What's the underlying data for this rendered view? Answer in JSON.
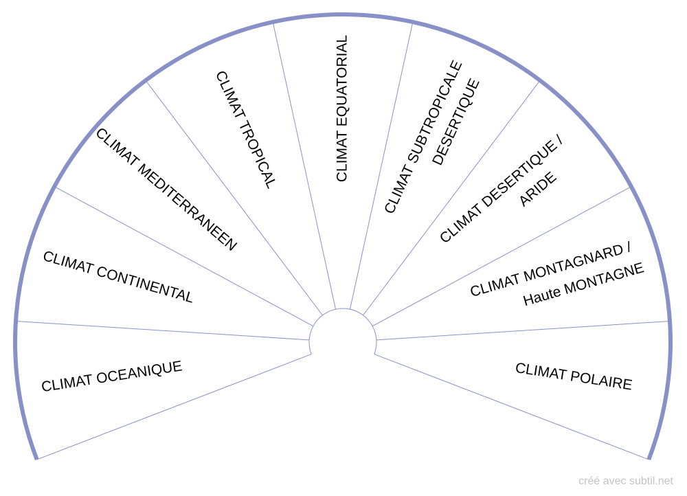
{
  "colors": {
    "arc": "#8891c7",
    "divider": "#8891c7",
    "text": "#000000",
    "footer": "#c4c4c4"
  },
  "sectors": [
    {
      "lines": [
        "CLIMAT OCEANIQUE"
      ]
    },
    {
      "lines": [
        "CLIMAT CONTINENTAL"
      ]
    },
    {
      "lines": [
        "CLIMAT MEDITERRANEEN"
      ]
    },
    {
      "lines": [
        "CLIMAT TROPICAL"
      ]
    },
    {
      "lines": [
        "CLIMAT EQUATORIAL"
      ]
    },
    {
      "lines": [
        "CLIMAT SUBTROPICALE",
        "DESERTIQUE"
      ]
    },
    {
      "lines": [
        "CLIMAT DESERTIQUE /",
        "ARIDE"
      ]
    },
    {
      "lines": [
        "CLIMAT MONTAGNARD /",
        "Haute MONTAGNE"
      ]
    },
    {
      "lines": [
        "CLIMAT POLAIRE"
      ]
    }
  ],
  "footer": "créé avec subtil.net"
}
